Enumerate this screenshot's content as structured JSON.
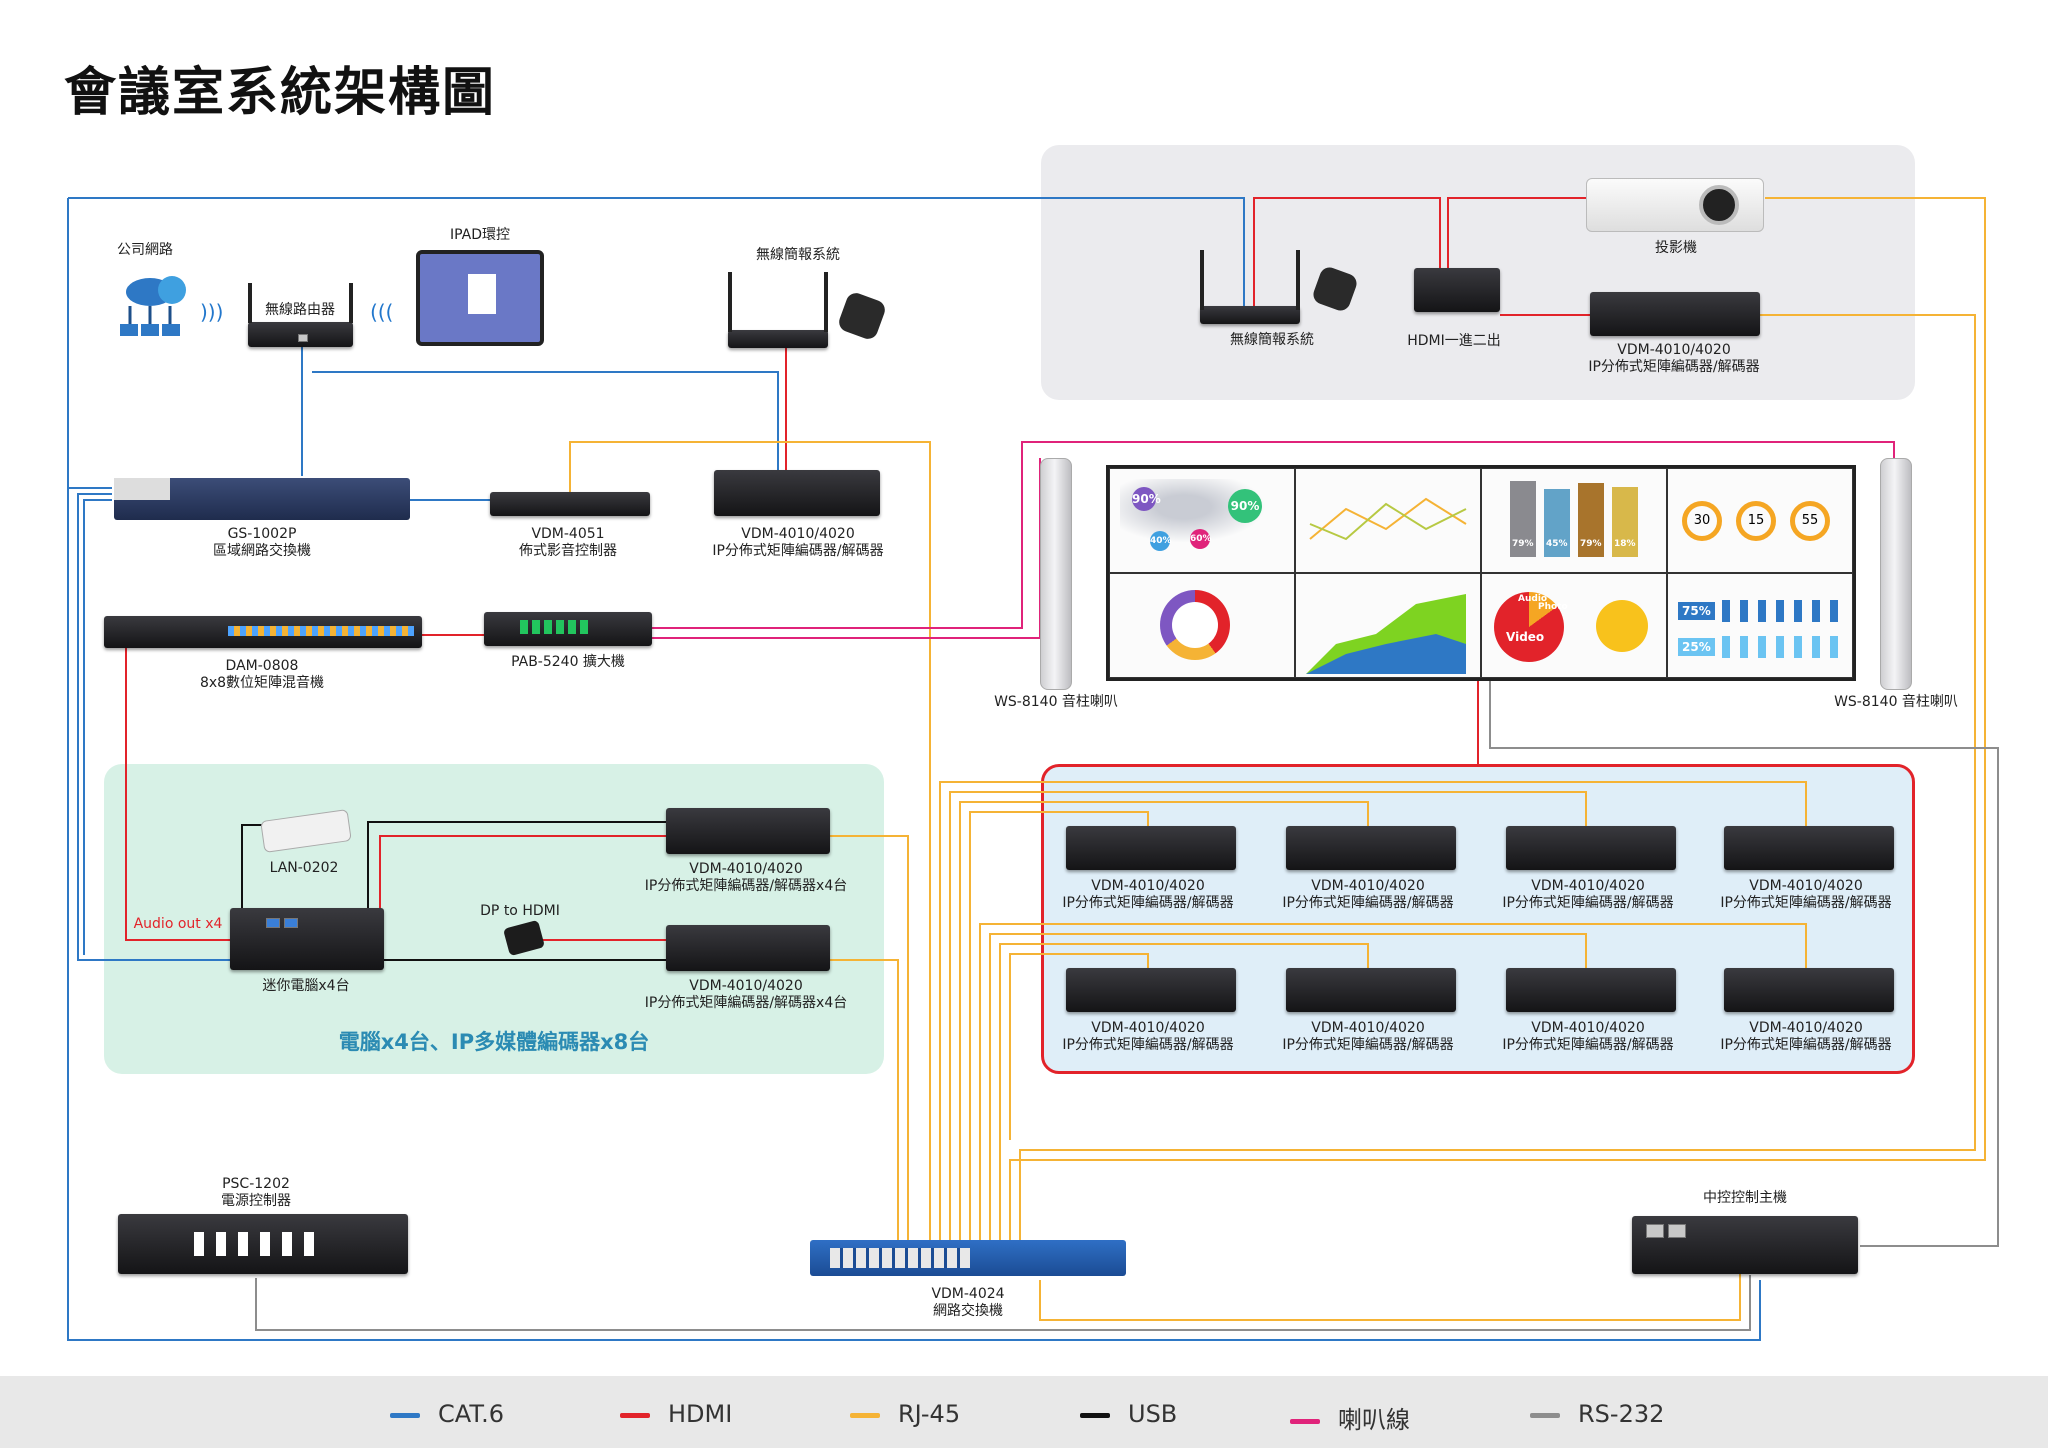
{
  "title": "會議室系統架構圖",
  "devices": {
    "company_net": "公司網路",
    "wifi_router": "無線路由器",
    "ipad": "IPAD環控",
    "wireless_present_left": "無線簡報系統",
    "wireless_present_right": "無線簡報系統",
    "hdmi_splitter": "HDMI一進二出",
    "projector": "投影機",
    "vdm_top": {
      "model": "VDM-4010/4020",
      "desc": "IP分佈式矩陣編碼器/解碼器"
    },
    "gs_switch": {
      "model": "GS-1002P",
      "desc": "區域網路交換機"
    },
    "vdm4051": {
      "model": "VDM-4051",
      "desc": "佈式影音控制器"
    },
    "vdm_mid": {
      "model": "VDM-4010/4020",
      "desc": "IP分佈式矩陣編碼器/解碼器"
    },
    "dam": {
      "model": "DAM-0808",
      "desc": "8x8數位矩陣混音機"
    },
    "pab": "PAB-5240 擴大機",
    "speaker_left": "WS-8140 音柱喇叭",
    "speaker_right": "WS-8140 音柱喇叭",
    "lan": "LAN-0202",
    "audio_out": "Audio out x4",
    "dp_hdmi": "DP to HDMI",
    "mini_pc": "迷你電腦x4台",
    "enc1": {
      "model": "VDM-4010/4020",
      "desc": "IP分佈式矩陣編碼器/解碼器x4台"
    },
    "enc2": {
      "model": "VDM-4010/4020",
      "desc": "IP分佈式矩陣編碼器/解碼器x4台"
    },
    "pc_zone_caption": "電腦x4台、IP多媒體編碼器x8台",
    "decoder_model": "VDM-4010/4020",
    "decoder_desc": "IP分佈式矩陣編碼器/解碼器",
    "psc": {
      "model": "PSC-1202",
      "desc": "電源控制器"
    },
    "vdm4024": {
      "model": "VDM-4024",
      "desc": "網路交換機"
    },
    "central": "中控控制主機"
  },
  "display_stats": {
    "gauge": [
      "30",
      "15",
      "55"
    ],
    "pct": [
      "75%",
      "25%"
    ],
    "bars": [
      "79%",
      "45%",
      "79%",
      "18%"
    ],
    "map": [
      "90%",
      "90%",
      "60%",
      "40%"
    ],
    "pie": [
      "Audio",
      "Photo",
      "Video"
    ]
  },
  "legend": [
    {
      "label": "CAT.6",
      "color": "#2e78c5"
    },
    {
      "label": "HDMI",
      "color": "#e2232a"
    },
    {
      "label": "RJ-45",
      "color": "#f5b335"
    },
    {
      "label": "USB",
      "color": "#111111"
    },
    {
      "label": "喇叭線",
      "color": "#e0237a"
    },
    {
      "label": "RS-232",
      "color": "#8d8d8d"
    }
  ]
}
